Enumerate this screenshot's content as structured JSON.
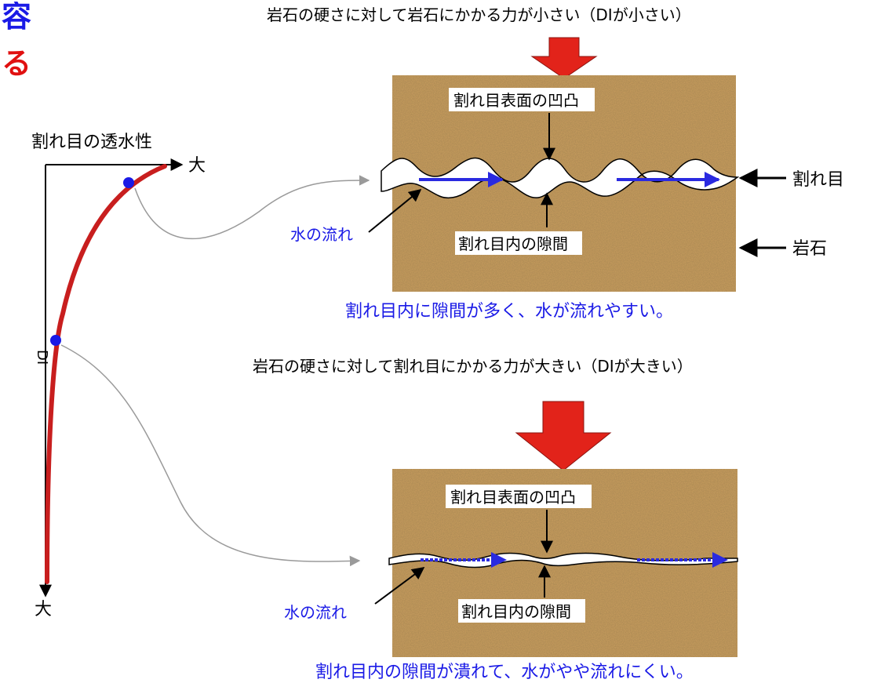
{
  "header": {
    "line1": "内容",
    "line2": "する"
  },
  "graph": {
    "y_label": "割れ目の透水性",
    "y_end": "大",
    "x_label": "DI",
    "x_end": "大"
  },
  "top_panel": {
    "title": "岩石の硬さに対して岩石にかかる力が小さい（DIが小さい）",
    "roughness_label": "割れ目表面の凹凸",
    "gap_label": "割れ目内の隙間",
    "flow_label": "水の流れ",
    "fracture_label": "割れ目",
    "rock_label": "岩石",
    "caption": "割れ目内に隙間が多く、水が流れやすい。"
  },
  "bottom_panel": {
    "title": "岩石の硬さに対して割れ目にかかる力が大きい（DIが大きい）",
    "roughness_label": "割れ目表面の凹凸",
    "gap_label": "割れ目内の隙間",
    "flow_label": "水の流れ",
    "caption": "割れ目内の隙間が潰れて、水がやや流れにくい。"
  },
  "colors": {
    "title_blue": "#1a1ae6",
    "title_red": "#e01010",
    "curve_red": "#c81e1e",
    "point_blue": "#1a1ae6",
    "flow_blue": "#2a2ae0",
    "rock": "#c49a5c",
    "arrow_red": "#e2231a"
  }
}
